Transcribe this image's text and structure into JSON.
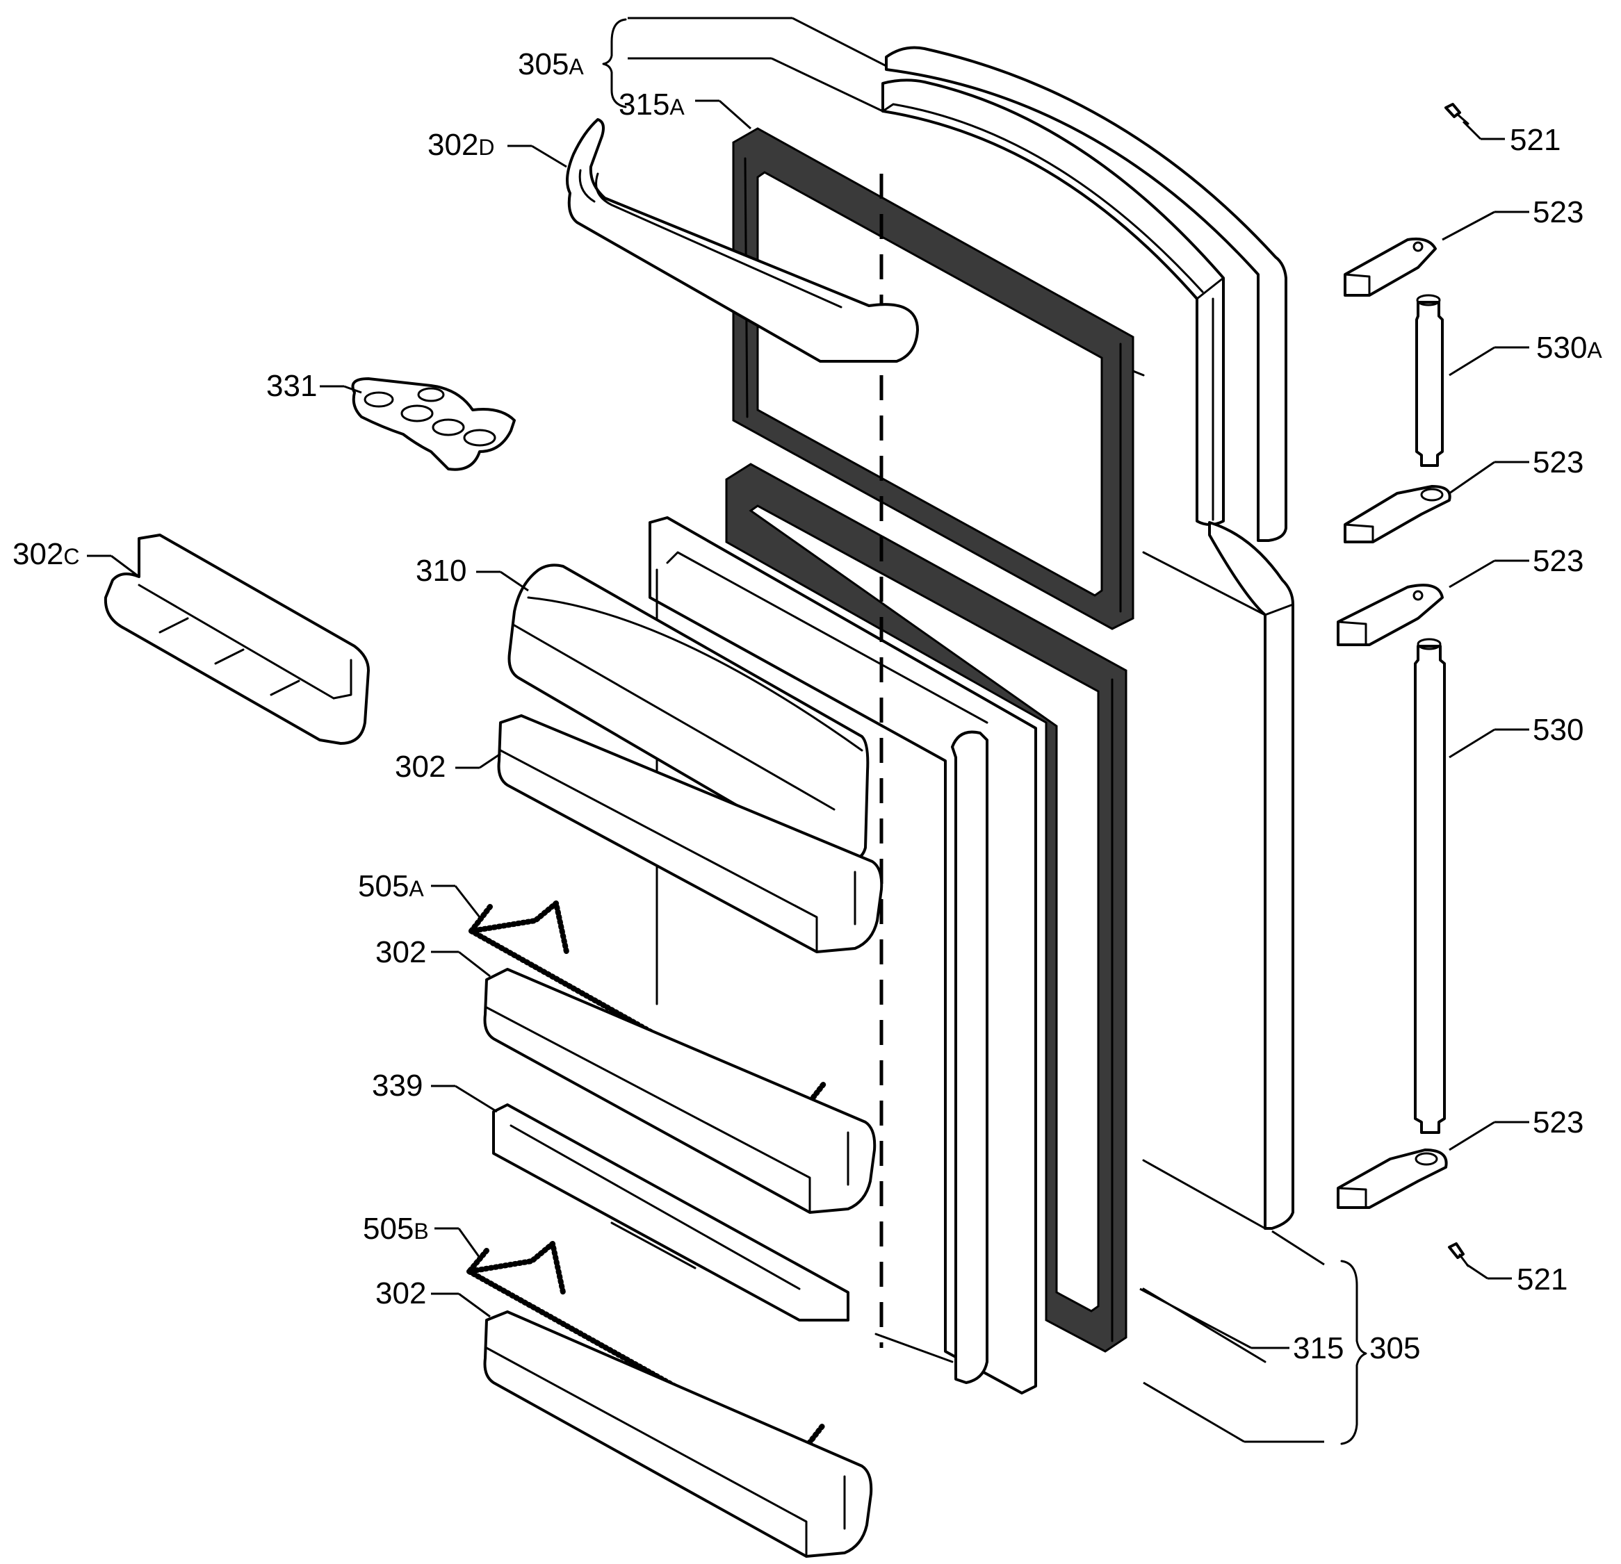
{
  "diagram": {
    "callouts": [
      {
        "id": "c305A",
        "base": "305",
        "suffix": "A"
      },
      {
        "id": "c315A",
        "base": "315",
        "suffix": "A"
      },
      {
        "id": "c302D",
        "base": "302",
        "suffix": "D"
      },
      {
        "id": "c331",
        "base": "331",
        "suffix": ""
      },
      {
        "id": "c302C",
        "base": "302",
        "suffix": "C"
      },
      {
        "id": "c310",
        "base": "310",
        "suffix": ""
      },
      {
        "id": "c302a",
        "base": "302",
        "suffix": ""
      },
      {
        "id": "c505A",
        "base": "505",
        "suffix": "A"
      },
      {
        "id": "c302b",
        "base": "302",
        "suffix": ""
      },
      {
        "id": "c339",
        "base": "339",
        "suffix": ""
      },
      {
        "id": "c505B",
        "base": "505",
        "suffix": "B"
      },
      {
        "id": "c302c",
        "base": "302",
        "suffix": ""
      },
      {
        "id": "c521a",
        "base": "521",
        "suffix": ""
      },
      {
        "id": "c523a",
        "base": "523",
        "suffix": ""
      },
      {
        "id": "c530A",
        "base": "530",
        "suffix": "A"
      },
      {
        "id": "c523b",
        "base": "523",
        "suffix": ""
      },
      {
        "id": "c523c",
        "base": "523",
        "suffix": ""
      },
      {
        "id": "c530",
        "base": "530",
        "suffix": ""
      },
      {
        "id": "c523d",
        "base": "523",
        "suffix": ""
      },
      {
        "id": "c521b",
        "base": "521",
        "suffix": ""
      },
      {
        "id": "c315",
        "base": "315",
        "suffix": ""
      },
      {
        "id": "c305",
        "base": "305",
        "suffix": ""
      }
    ]
  }
}
